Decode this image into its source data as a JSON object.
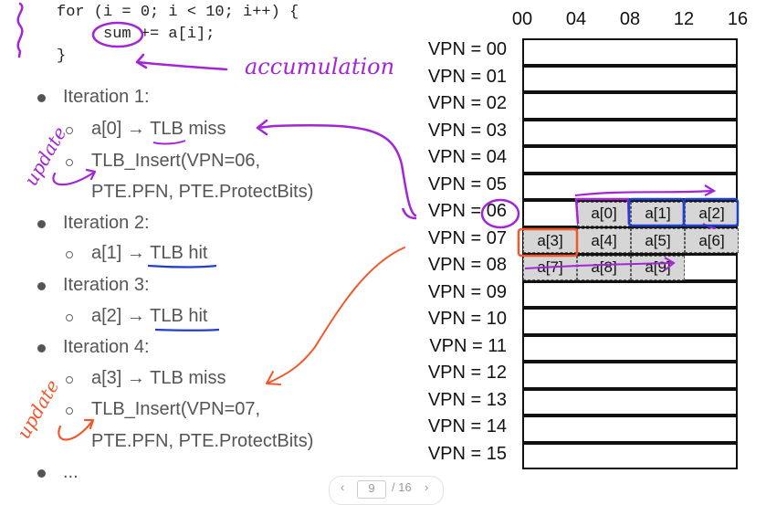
{
  "code": {
    "line1": "for (i = 0; i < 10; i++) {",
    "line2_var": "sum",
    "line2_rest": " += a[i];",
    "line3": "}"
  },
  "annotations": {
    "accumulation": "accumulation",
    "update1": "update",
    "update2": "update"
  },
  "iterations": [
    {
      "label": "Iteration 1:",
      "items": [
        {
          "access": "a[0]",
          "arrow": "→",
          "result": "TLB miss"
        },
        {
          "line1": "TLB_Insert(VPN=06,",
          "line2": "PTE.PFN, PTE.ProtectBits)"
        }
      ]
    },
    {
      "label": "Iteration 2:",
      "items": [
        {
          "access": "a[1]",
          "arrow": "→",
          "result": "TLB hit"
        }
      ]
    },
    {
      "label": "Iteration 3:",
      "items": [
        {
          "access": "a[2]",
          "arrow": "→",
          "result": "TLB hit"
        }
      ]
    },
    {
      "label": "Iteration 4:",
      "items": [
        {
          "access": "a[3]",
          "arrow": "→",
          "result": "TLB miss"
        },
        {
          "line1": "TLB_Insert(VPN=07,",
          "line2": "PTE.PFN, PTE.ProtectBits)"
        }
      ]
    },
    {
      "label": "..."
    }
  ],
  "diagram": {
    "offsets": [
      "00",
      "04",
      "08",
      "12",
      "16"
    ],
    "vpn_labels": [
      "VPN = 00",
      "VPN = 01",
      "VPN = 02",
      "VPN = 03",
      "VPN = 04",
      "VPN = 05",
      "VPN = 06",
      "VPN = 07",
      "VPN = 08",
      "VPN = 09",
      "VPN = 10",
      "VPN = 11",
      "VPN = 12",
      "VPN = 13",
      "VPN = 14",
      "VPN = 15"
    ],
    "array_cells": [
      {
        "label": "a[0]",
        "vpn": 6,
        "slot": 1
      },
      {
        "label": "a[1]",
        "vpn": 6,
        "slot": 2
      },
      {
        "label": "a[2]",
        "vpn": 6,
        "slot": 3
      },
      {
        "label": "a[3]",
        "vpn": 7,
        "slot": 0
      },
      {
        "label": "a[4]",
        "vpn": 7,
        "slot": 1
      },
      {
        "label": "a[5]",
        "vpn": 7,
        "slot": 2
      },
      {
        "label": "a[6]",
        "vpn": 7,
        "slot": 3
      },
      {
        "label": "a[7]",
        "vpn": 8,
        "slot": 0
      },
      {
        "label": "a[8]",
        "vpn": 8,
        "slot": 1
      },
      {
        "label": "a[9]",
        "vpn": 8,
        "slot": 2
      }
    ]
  },
  "pager": {
    "prev": "‹",
    "page": "9",
    "total": "/ 16",
    "next": "›"
  },
  "colors": {
    "purple": "#a326d6",
    "blue": "#1e3fd0",
    "orange": "#f0582c",
    "cell_fill": "#d6d6d6",
    "text_gray": "#555555"
  }
}
